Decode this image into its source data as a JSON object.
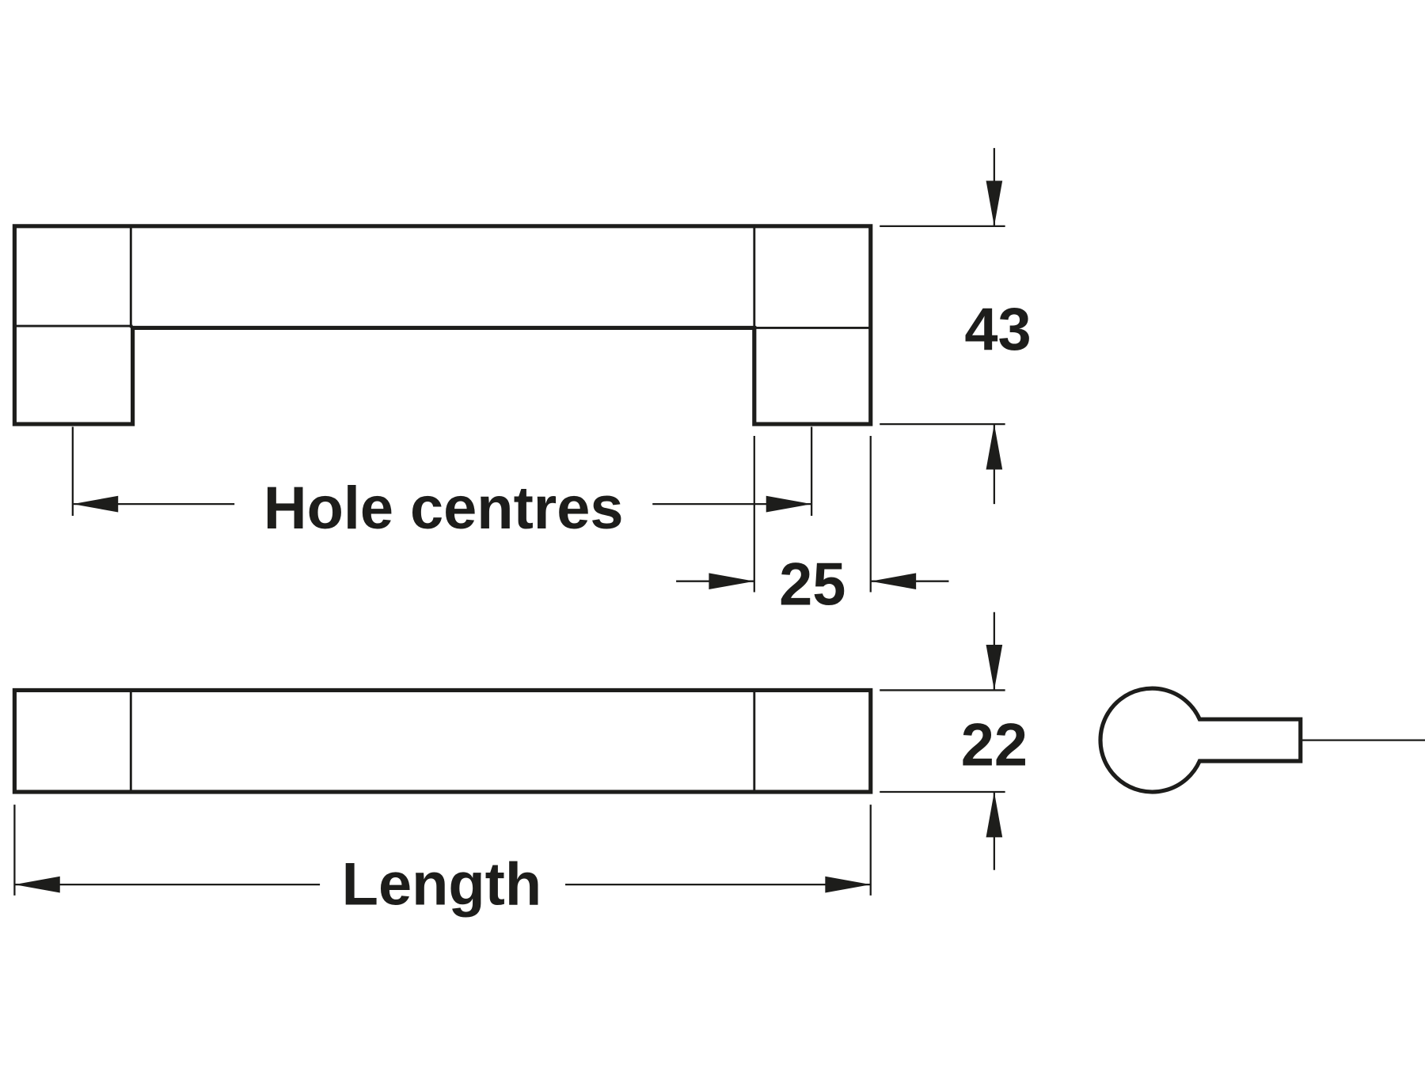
{
  "drawing": {
    "labels": {
      "hole_centres": "Hole centres",
      "length": "Length",
      "height": "43",
      "leg_width": "25",
      "depth": "22"
    },
    "line_color": "#1d1d1b",
    "background": "#ffffff"
  }
}
